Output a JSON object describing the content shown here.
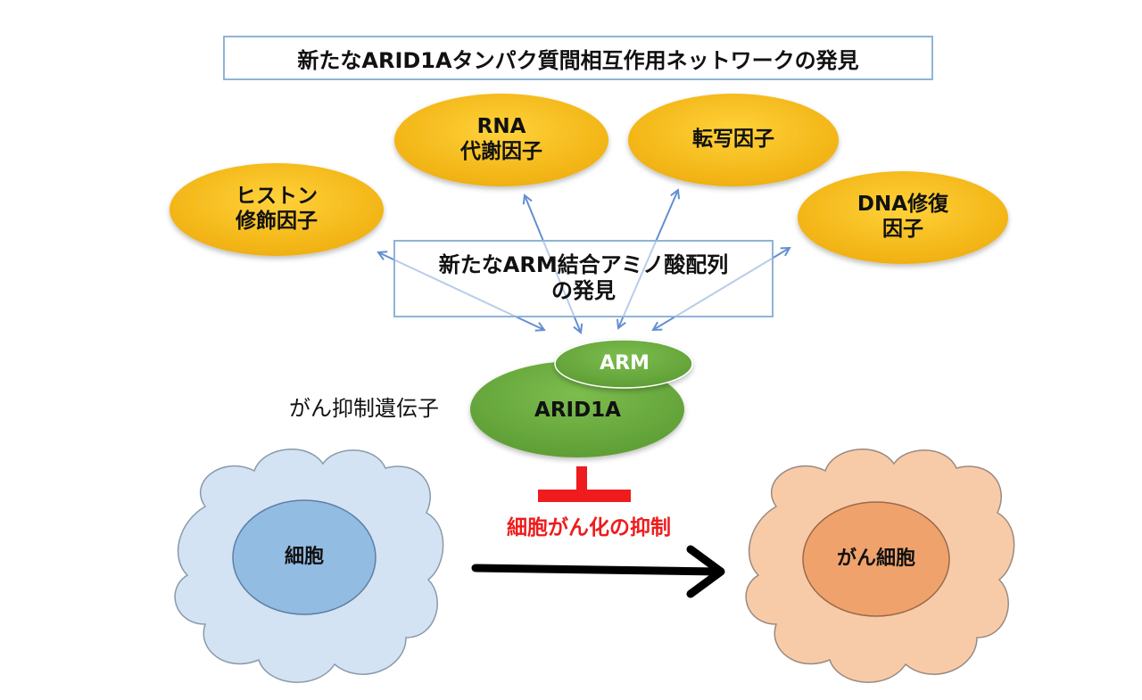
{
  "title": "新たなARID1Aタンパク質間相互作用ネットワークの発見",
  "partners": [
    {
      "id": "histone",
      "label": "ヒストン\n修飾因子"
    },
    {
      "id": "rna",
      "label": "RNA\n代謝因子"
    },
    {
      "id": "transcription",
      "label": "転写因子"
    },
    {
      "id": "dna-repair",
      "label": "DNA修復\n因子"
    }
  ],
  "arm_discovery": "新たなARM結合アミノ酸配列\nの発見",
  "protein": {
    "main": "ARID1A",
    "domain": "ARM"
  },
  "tumor_suppressor_label": "がん抑制遺伝子",
  "inhibition_label": "細胞がん化の抑制",
  "normal_cell_label": "細胞",
  "cancer_cell_label": "がん細胞",
  "colors": {
    "partner_fill": "#f4b81a",
    "protein_fill": "#6bab3f",
    "inhibition": "#ee1c1c",
    "arrow_blue": "#4a7cc8",
    "normal_outer": "#d3e3f3",
    "normal_nucleus": "#93bce3",
    "cancer_outer": "#f8cba8",
    "cancer_nucleus": "#f0a26c"
  }
}
